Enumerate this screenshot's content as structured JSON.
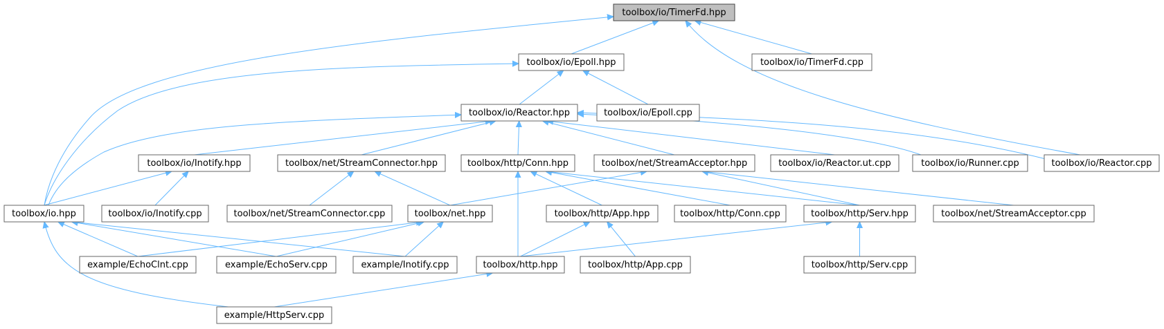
{
  "graph": {
    "colors": {
      "edge": "#63b8ff",
      "node_border": "#666666",
      "root_fill": "#bfbfbf",
      "node_fill": "#ffffff"
    },
    "nodes": [
      {
        "id": "timerfd_hpp",
        "label": "toolbox/io/TimerFd.hpp",
        "root": true
      },
      {
        "id": "epoll_hpp",
        "label": "toolbox/io/Epoll.hpp"
      },
      {
        "id": "timerfd_cpp",
        "label": "toolbox/io/TimerFd.cpp"
      },
      {
        "id": "reactor_hpp",
        "label": "toolbox/io/Reactor.hpp"
      },
      {
        "id": "epoll_cpp",
        "label": "toolbox/io/Epoll.cpp"
      },
      {
        "id": "inotify_hpp",
        "label": "toolbox/io/Inotify.hpp"
      },
      {
        "id": "streamconnector_hpp",
        "label": "toolbox/net/StreamConnector.hpp"
      },
      {
        "id": "conn_hpp",
        "label": "toolbox/http/Conn.hpp"
      },
      {
        "id": "streamacceptor_hpp",
        "label": "toolbox/net/StreamAcceptor.hpp"
      },
      {
        "id": "reactor_ut_cpp",
        "label": "toolbox/io/Reactor.ut.cpp"
      },
      {
        "id": "runner_cpp",
        "label": "toolbox/io/Runner.cpp"
      },
      {
        "id": "reactor_cpp",
        "label": "toolbox/io/Reactor.cpp"
      },
      {
        "id": "io_hpp",
        "label": "toolbox/io.hpp"
      },
      {
        "id": "inotify_cpp",
        "label": "toolbox/io/Inotify.cpp"
      },
      {
        "id": "streamconnector_cpp",
        "label": "toolbox/net/StreamConnector.cpp"
      },
      {
        "id": "net_hpp",
        "label": "toolbox/net.hpp"
      },
      {
        "id": "app_hpp",
        "label": "toolbox/http/App.hpp"
      },
      {
        "id": "conn_cpp",
        "label": "toolbox/http/Conn.cpp"
      },
      {
        "id": "serv_hpp",
        "label": "toolbox/http/Serv.hpp"
      },
      {
        "id": "streamacceptor_cpp",
        "label": "toolbox/net/StreamAcceptor.cpp"
      },
      {
        "id": "echoclnt_cpp",
        "label": "example/EchoClnt.cpp"
      },
      {
        "id": "echoserv_cpp",
        "label": "example/EchoServ.cpp"
      },
      {
        "id": "inotify_example_cpp",
        "label": "example/Inotify.cpp"
      },
      {
        "id": "http_hpp",
        "label": "toolbox/http.hpp"
      },
      {
        "id": "app_cpp",
        "label": "toolbox/http/App.cpp"
      },
      {
        "id": "serv_cpp",
        "label": "toolbox/http/Serv.cpp"
      },
      {
        "id": "httpserv_cpp",
        "label": "example/HttpServ.cpp"
      }
    ],
    "edges": [
      {
        "from": "timerfd_hpp",
        "to": "io_hpp"
      },
      {
        "from": "timerfd_hpp",
        "to": "epoll_hpp"
      },
      {
        "from": "timerfd_hpp",
        "to": "timerfd_cpp"
      },
      {
        "from": "timerfd_hpp",
        "to": "reactor_cpp"
      },
      {
        "from": "epoll_hpp",
        "to": "io_hpp"
      },
      {
        "from": "epoll_hpp",
        "to": "reactor_hpp"
      },
      {
        "from": "epoll_hpp",
        "to": "epoll_cpp"
      },
      {
        "from": "reactor_hpp",
        "to": "io_hpp"
      },
      {
        "from": "reactor_hpp",
        "to": "inotify_hpp"
      },
      {
        "from": "reactor_hpp",
        "to": "streamconnector_hpp"
      },
      {
        "from": "reactor_hpp",
        "to": "conn_hpp"
      },
      {
        "from": "reactor_hpp",
        "to": "streamacceptor_hpp"
      },
      {
        "from": "reactor_hpp",
        "to": "reactor_ut_cpp"
      },
      {
        "from": "reactor_hpp",
        "to": "runner_cpp"
      },
      {
        "from": "reactor_hpp",
        "to": "reactor_cpp"
      },
      {
        "from": "inotify_hpp",
        "to": "io_hpp"
      },
      {
        "from": "inotify_hpp",
        "to": "inotify_cpp"
      },
      {
        "from": "streamconnector_hpp",
        "to": "streamconnector_cpp"
      },
      {
        "from": "streamconnector_hpp",
        "to": "net_hpp"
      },
      {
        "from": "conn_hpp",
        "to": "http_hpp"
      },
      {
        "from": "conn_hpp",
        "to": "app_hpp"
      },
      {
        "from": "conn_hpp",
        "to": "conn_cpp"
      },
      {
        "from": "conn_hpp",
        "to": "serv_hpp"
      },
      {
        "from": "streamacceptor_hpp",
        "to": "net_hpp"
      },
      {
        "from": "streamacceptor_hpp",
        "to": "serv_hpp"
      },
      {
        "from": "streamacceptor_hpp",
        "to": "streamacceptor_cpp"
      },
      {
        "from": "io_hpp",
        "to": "echoclnt_cpp"
      },
      {
        "from": "io_hpp",
        "to": "echoserv_cpp"
      },
      {
        "from": "io_hpp",
        "to": "inotify_example_cpp"
      },
      {
        "from": "io_hpp",
        "to": "httpserv_cpp"
      },
      {
        "from": "net_hpp",
        "to": "echoclnt_cpp"
      },
      {
        "from": "net_hpp",
        "to": "echoserv_cpp"
      },
      {
        "from": "net_hpp",
        "to": "inotify_example_cpp"
      },
      {
        "from": "app_hpp",
        "to": "http_hpp"
      },
      {
        "from": "app_hpp",
        "to": "app_cpp"
      },
      {
        "from": "serv_hpp",
        "to": "http_hpp"
      },
      {
        "from": "serv_hpp",
        "to": "serv_cpp"
      },
      {
        "from": "http_hpp",
        "to": "httpserv_cpp"
      }
    ]
  }
}
